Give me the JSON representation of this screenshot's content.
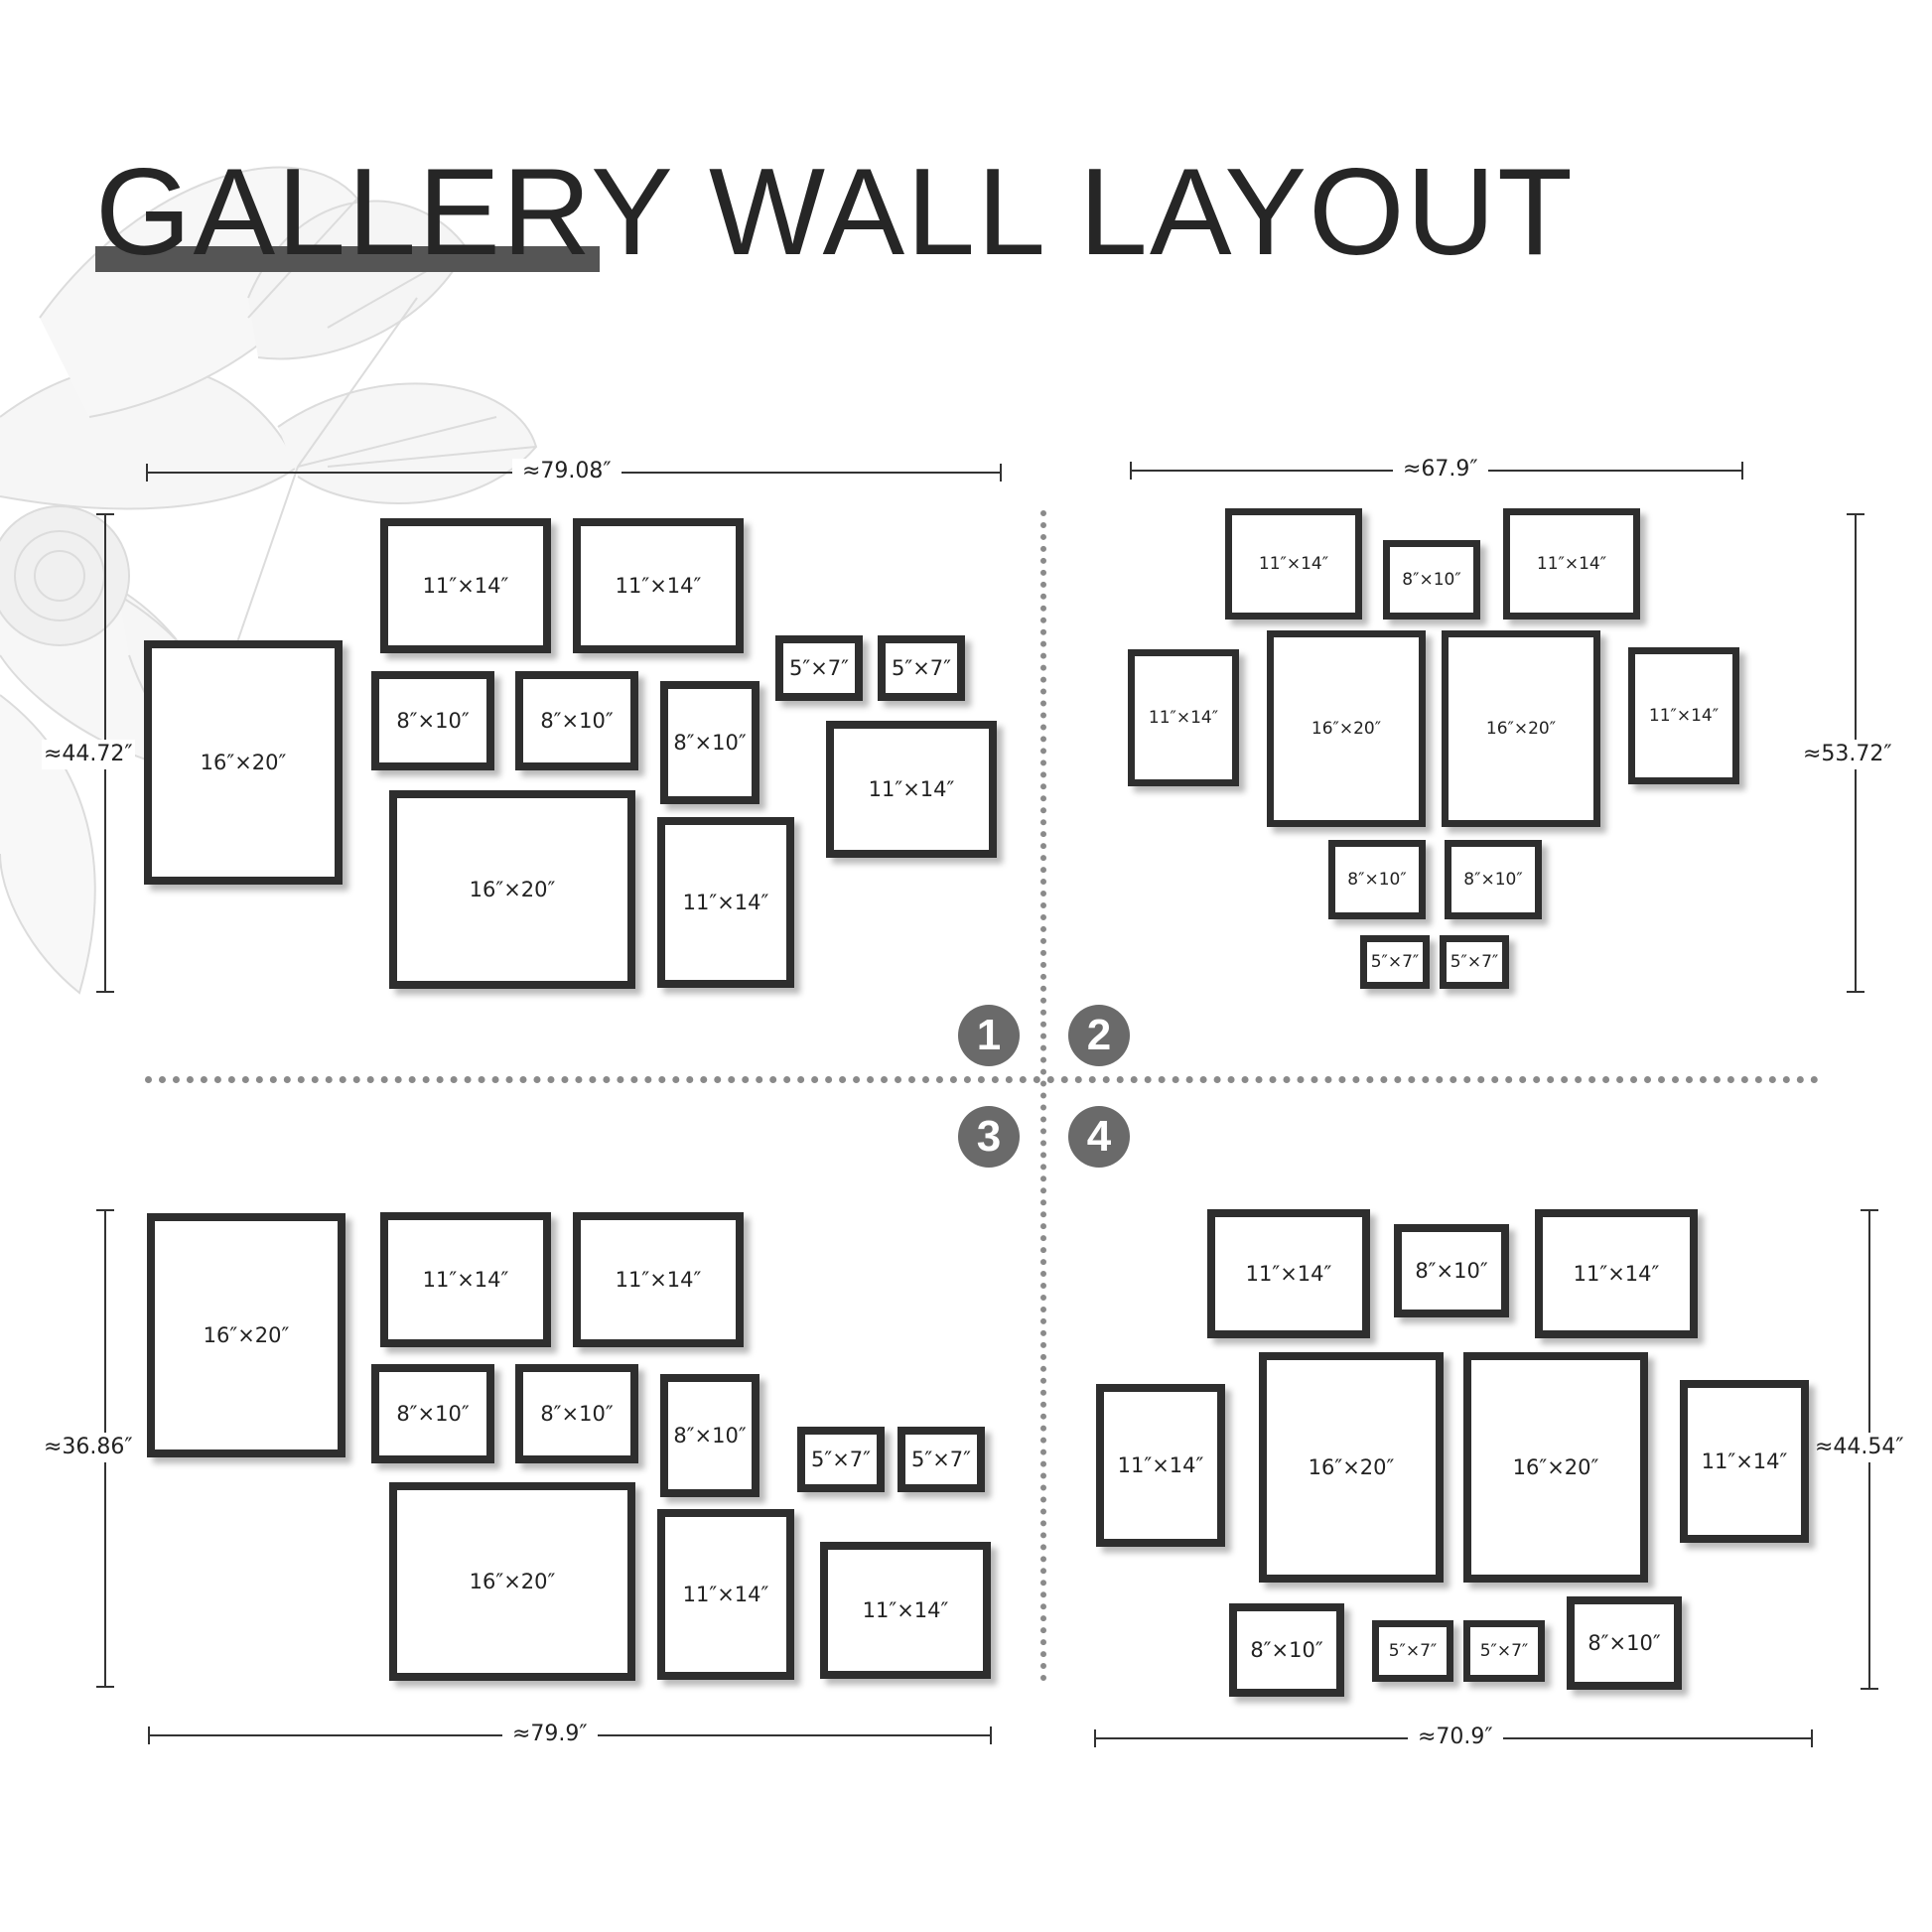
{
  "title": "GALLERY WALL LAYOUT",
  "badges": [
    "1",
    "2",
    "3",
    "4"
  ],
  "layouts": [
    {
      "id": "1",
      "width": "≈79.08″",
      "height": "≈44.72″",
      "frames": [
        "16″×20″",
        "11″×14″",
        "11″×14″",
        "8″×10″",
        "8″×10″",
        "8″×10″",
        "5″×7″",
        "5″×7″",
        "11″×14″",
        "16″×20″",
        "11″×14″"
      ]
    },
    {
      "id": "2",
      "width": "≈67.9″",
      "height": "≈53.72″",
      "frames": [
        "11″×14″",
        "8″×10″",
        "11″×14″",
        "11″×14″",
        "16″×20″",
        "16″×20″",
        "11″×14″",
        "8″×10″",
        "8″×10″",
        "5″×7″",
        "5″×7″"
      ]
    },
    {
      "id": "3",
      "width": "≈79.9″",
      "height": "≈36.86″",
      "frames": [
        "16″×20″",
        "11″×14″",
        "11″×14″",
        "8″×10″",
        "8″×10″",
        "8″×10″",
        "5″×7″",
        "5″×7″",
        "16″×20″",
        "11″×14″",
        "11″×14″"
      ]
    },
    {
      "id": "4",
      "width": "≈70.9″",
      "height": "≈44.54″",
      "frames": [
        "11″×14″",
        "8″×10″",
        "11″×14″",
        "11″×14″",
        "16″×20″",
        "16″×20″",
        "11″×14″",
        "8″×10″",
        "5″×7″",
        "5″×7″",
        "8″×10″"
      ]
    }
  ]
}
